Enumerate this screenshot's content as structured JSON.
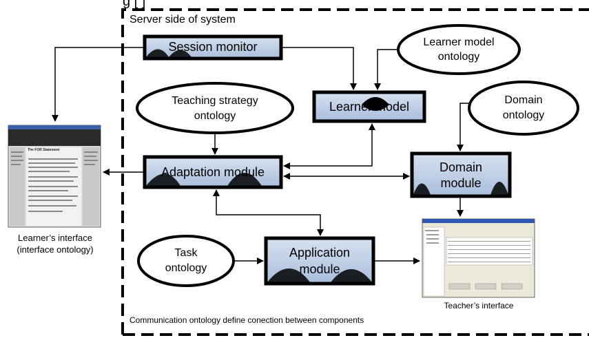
{
  "heading_fragment": "g [  ]",
  "server_side_label": "Server side of system",
  "footer_note": "Communication ontology define conection between components",
  "modules": {
    "session_monitor": "Session monitor",
    "learner_model": "Learner model",
    "adaptation_module": "Adaptation module",
    "domain_module_line1": "Domain",
    "domain_module_line2": "module",
    "application_module_line1": "Application",
    "application_module_line2": "module"
  },
  "ontologies": {
    "learner_model_line1": "Learner model",
    "learner_model_line2": "ontology",
    "teaching_strategy_line1": "Teaching strategy",
    "teaching_strategy_line2": "ontology",
    "domain_line1": "Domain",
    "domain_line2": "ontology",
    "task_line1": "Task",
    "task_line2": "ontology"
  },
  "interfaces": {
    "learner_line1": "Learner’s interface",
    "learner_line2": "(interface ontology)",
    "learner_screenshot_title": "The FOR Statement",
    "teacher": "Teacher’s interface"
  },
  "colors": {
    "module_fill": "#b7c9e2",
    "module_border": "#000000",
    "dashed_border": "#000000"
  }
}
